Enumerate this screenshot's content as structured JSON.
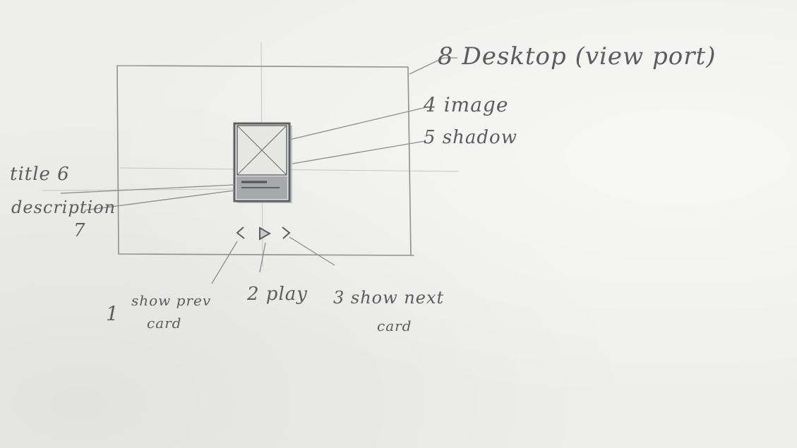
{
  "annotations": {
    "desktop": "8 Desktop (view port)",
    "image": "4 image",
    "shadow": "5 shadow",
    "title": "title 6",
    "description": "description",
    "description_number": "7",
    "prev_number": "1",
    "prev_line1": "show prev",
    "prev_line2": "card",
    "play": "2 play",
    "next_line1": "3 show next",
    "next_line2": "card"
  },
  "controls": {
    "prev_icon": "chevron-left-icon",
    "play_icon": "play-icon",
    "next_icon": "chevron-right-icon"
  },
  "colors": {
    "paper": "#eeeeeb",
    "pencil": "#5a5c60",
    "pencil_light": "#b9bbbb"
  }
}
